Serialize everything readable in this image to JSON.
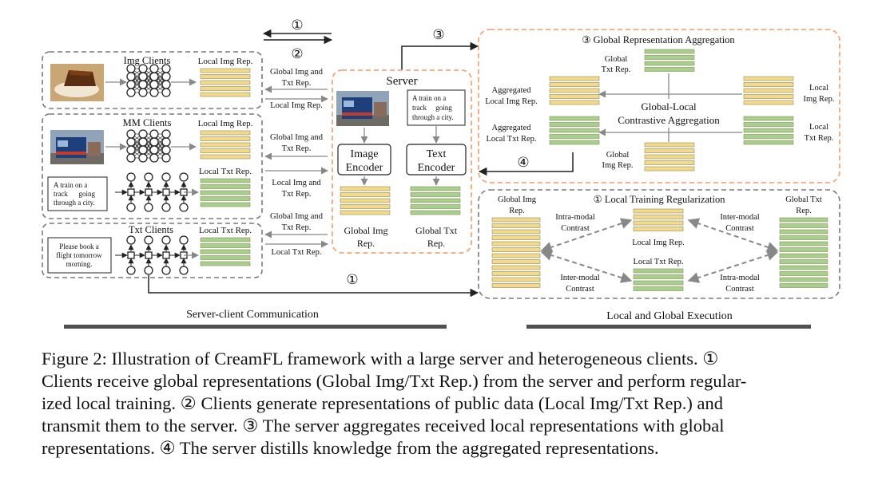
{
  "top_arrows": {
    "step1": "①",
    "step2": "②",
    "step3": "③"
  },
  "clients": {
    "img": {
      "title": "Img Clients",
      "rep": "Local Img Rep."
    },
    "mm": {
      "title": "MM Clients",
      "img_rep": "Local Img Rep.",
      "txt_rep": "Local Txt Rep.",
      "text_sample": "A train on a track going through a city."
    },
    "txt": {
      "title": "Txt Clients",
      "rep": "Local Txt Rep.",
      "text_sample": "Please book a flight tomorrow morning."
    }
  },
  "arrow_labels": {
    "img_down": "Global Img and Txt Rep.",
    "img_up": "Local Img Rep.",
    "mm_down_1": "Global Img and Txt Rep.",
    "mm_up": "Local Img and Txt Rep.",
    "txt_down": "Global Img and Txt Rep.",
    "txt_up": "Local Txt Rep."
  },
  "server": {
    "title": "Server",
    "text_sample": "A train on a track going through a city.",
    "image_encoder": "Image Encoder",
    "text_encoder": "Text Encoder",
    "global_img": "Global Img Rep.",
    "global_txt": "Global Txt Rep."
  },
  "global_aggregation": {
    "title": "③ Global Representation Aggregation",
    "global_txt": "Global Txt Rep.",
    "global_img": "Global Img Rep.",
    "agg_img": "Aggregated Local Img Rep.",
    "agg_txt": "Aggregated Local Txt Rep.",
    "local_img": "Local Img Rep.",
    "local_txt": "Local Txt Rep.",
    "center": "Global-Local Contrastive Aggregation",
    "step4": "④"
  },
  "local_training": {
    "title": "① Local Training Regularization",
    "global_img": "Global Img Rep.",
    "global_txt": "Global Txt Rep.",
    "local_img": "Local Img Rep.",
    "local_txt": "Local Txt Rep.",
    "intra_1": "Intra-modal Contrast",
    "inter_1": "Inter-modal Contrast",
    "inter_2": "Inter-modal Contrast",
    "intra_2": "Intra-modal Contrast"
  },
  "bottom_step": "①",
  "section_labels": {
    "left": "Server-client Communication",
    "right": "Local and Global Execution"
  },
  "caption_lines": [
    "Figure 2: Illustration of CreamFL framework with a large server and heterogeneous clients. ①",
    "Clients receive global representations (Global Img/Txt Rep.) from the server and perform regular-",
    "ized local training. ② Clients generate representations of public data (Local Img/Txt Rep.) and",
    "transmit them to the server. ③ The server aggregates received local representations with global",
    "representations. ④ The server distills knowledge from the aggregated representations."
  ],
  "colors": {
    "img_bar": "#f5d98a",
    "txt_bar": "#a8d08d",
    "bar_border": "#8a8a5a",
    "dashed_gray": "#7a7a7a",
    "dashed_orange": "#f0a878",
    "section_bar": "#505050"
  }
}
